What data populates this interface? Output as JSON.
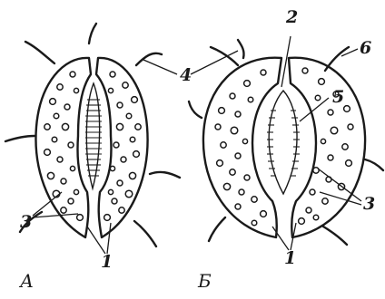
{
  "figure": {
    "panels": [
      {
        "id": "A",
        "label": "А",
        "state": "closed stomata"
      },
      {
        "id": "B",
        "label": "Б",
        "state": "open stomata"
      }
    ],
    "callouts": {
      "1": "1",
      "2": "2",
      "3": "3",
      "4": "4",
      "5": "5",
      "6": "6"
    },
    "colors": {
      "ink": "#1a1a1a",
      "paper": "#ffffff"
    }
  }
}
